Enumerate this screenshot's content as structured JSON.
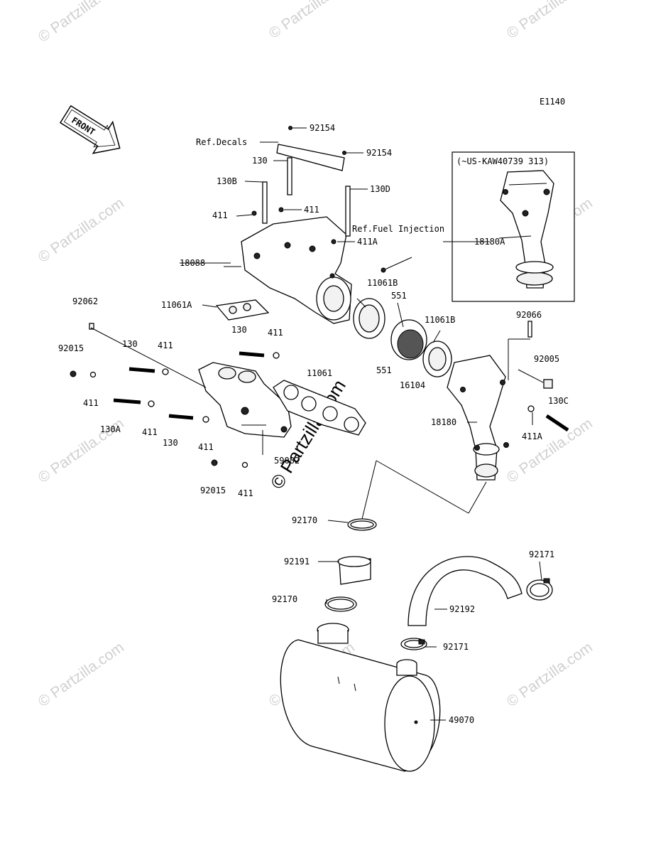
{
  "diagram_code": "E1140",
  "front_label": "FRONT",
  "inset_caption": "(~US-KAW40739 313)",
  "watermark": "© Partzilla.com",
  "center_watermark": "© Partzilla.com",
  "labels": {
    "p92154_a": "92154",
    "ref_decals": "Ref.Decals",
    "p130_top": "130",
    "p92154_b": "92154",
    "p130B": "130B",
    "p130D": "130D",
    "p411_a": "411",
    "p411_b": "411",
    "ref_fuel_injection": "Ref.Fuel Injection",
    "p411A_a": "411A",
    "p18088": "18088",
    "p11061B_a": "11061B",
    "p551_a": "551",
    "p11061A": "11061A",
    "p92062": "92062",
    "p11061B_b": "11061B",
    "p130_mid": "130",
    "p411_c": "411",
    "p92066": "92066",
    "p92015_a": "92015",
    "p130_left": "130",
    "p411_d": "411",
    "p11061": "11061",
    "p551_b": "551",
    "p16104": "16104",
    "p92005": "92005",
    "p411_e": "411",
    "p130C": "130C",
    "p130A": "130A",
    "p411_f": "411",
    "p18180": "18180",
    "p411A_b": "411A",
    "p130_low": "130",
    "p411_g": "411",
    "p59082": "59082",
    "p92015_b": "92015",
    "p411_h": "411",
    "p18180A": "18180A",
    "p92170_a": "92170",
    "p92191": "92191",
    "p92171_a": "92171",
    "p92170_b": "92170",
    "p92192": "92192",
    "p92171_b": "92171",
    "p49070": "49070"
  }
}
